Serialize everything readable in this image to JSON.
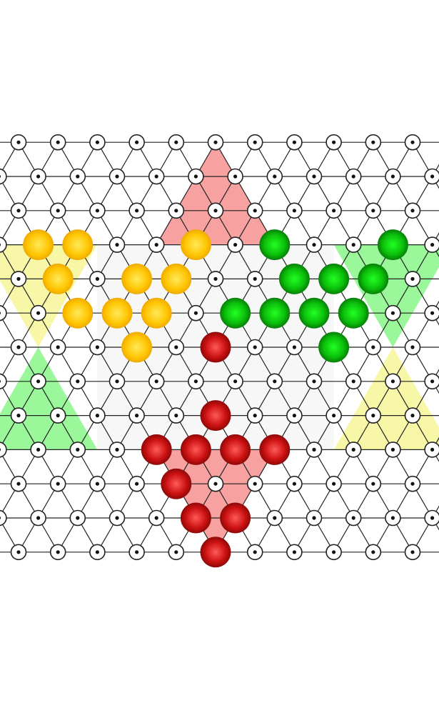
{
  "game": "chinese-checkers",
  "colors": {
    "board": "#f7f7f7",
    "zone_top": "#f7a1a1",
    "zone_bottom": "#f7a1a1",
    "zone_upper_left": "#f8f7a8",
    "zone_lower_right": "#f8f7a8",
    "zone_upper_right": "#9af79a",
    "zone_lower_left": "#9af79a",
    "marble_yellow": "#ffc400",
    "marble_green": "#0bbf0b",
    "marble_red": "#cc1111"
  },
  "marbles": {
    "yellow": [
      [
        -9,
        3
      ],
      [
        -7,
        3
      ],
      [
        -1,
        3
      ],
      [
        -8,
        2
      ],
      [
        -4,
        2
      ],
      [
        -2,
        2
      ],
      [
        -7,
        1
      ],
      [
        -5,
        1
      ],
      [
        -3,
        1
      ],
      [
        -4,
        0
      ]
    ],
    "green": [
      [
        3,
        3
      ],
      [
        9,
        3
      ],
      [
        4,
        2
      ],
      [
        6,
        2
      ],
      [
        8,
        2
      ],
      [
        1,
        1
      ],
      [
        3,
        1
      ],
      [
        5,
        1
      ],
      [
        7,
        1
      ],
      [
        6,
        0
      ]
    ],
    "red": [
      [
        0,
        0
      ],
      [
        0,
        -2
      ],
      [
        -3,
        -3
      ],
      [
        -1,
        -3
      ],
      [
        1,
        -3
      ],
      [
        3,
        -3
      ],
      [
        -2,
        -4
      ],
      [
        -1,
        -5
      ],
      [
        1,
        -5
      ],
      [
        0,
        -6
      ]
    ]
  }
}
